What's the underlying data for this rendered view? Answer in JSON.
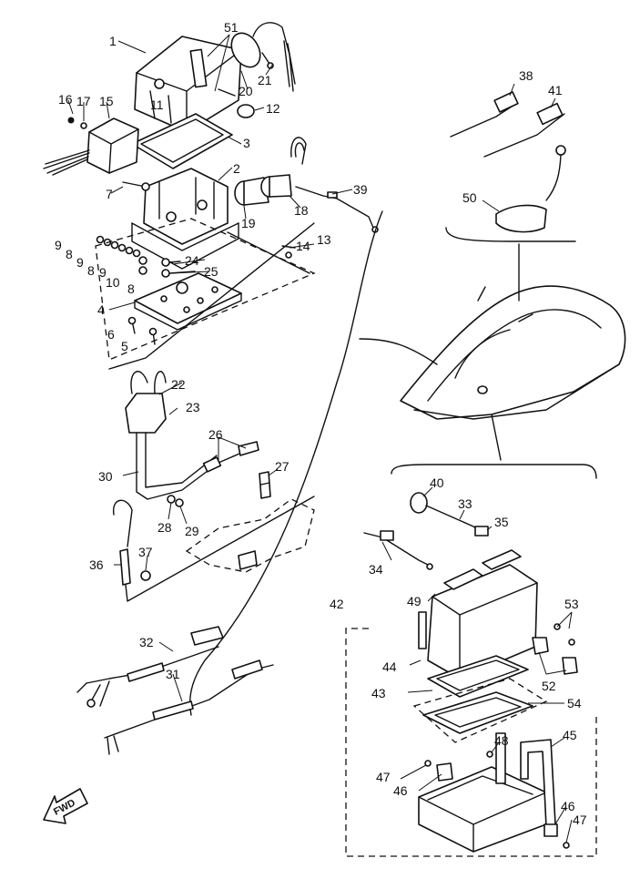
{
  "fwd_label": "FWD",
  "callouts": [
    {
      "id": "c1",
      "text": "1"
    },
    {
      "id": "c51",
      "text": "51"
    },
    {
      "id": "c21",
      "text": "21"
    },
    {
      "id": "c20",
      "text": "20"
    },
    {
      "id": "c12",
      "text": "12"
    },
    {
      "id": "c16",
      "text": "16"
    },
    {
      "id": "c17",
      "text": "17"
    },
    {
      "id": "c15",
      "text": "15"
    },
    {
      "id": "c11",
      "text": "11"
    },
    {
      "id": "c3",
      "text": "3"
    },
    {
      "id": "c2",
      "text": "2"
    },
    {
      "id": "c7",
      "text": "7"
    },
    {
      "id": "c39",
      "text": "39"
    },
    {
      "id": "c18",
      "text": "18"
    },
    {
      "id": "c19",
      "text": "19"
    },
    {
      "id": "c9a",
      "text": "9"
    },
    {
      "id": "c8a",
      "text": "8"
    },
    {
      "id": "c9b",
      "text": "9"
    },
    {
      "id": "c8b",
      "text": "8"
    },
    {
      "id": "c9c",
      "text": "9"
    },
    {
      "id": "c10",
      "text": "10"
    },
    {
      "id": "c8c",
      "text": "8"
    },
    {
      "id": "c14",
      "text": "14"
    },
    {
      "id": "c13",
      "text": "13"
    },
    {
      "id": "c24",
      "text": "24"
    },
    {
      "id": "c25",
      "text": "25"
    },
    {
      "id": "c4",
      "text": "4"
    },
    {
      "id": "c6",
      "text": "6"
    },
    {
      "id": "c5",
      "text": "5"
    },
    {
      "id": "c22",
      "text": "22"
    },
    {
      "id": "c23",
      "text": "23"
    },
    {
      "id": "c26",
      "text": "26"
    },
    {
      "id": "c27",
      "text": "27"
    },
    {
      "id": "c30",
      "text": "30"
    },
    {
      "id": "c28",
      "text": "28"
    },
    {
      "id": "c29",
      "text": "29"
    },
    {
      "id": "c36",
      "text": "36"
    },
    {
      "id": "c37",
      "text": "37"
    },
    {
      "id": "c32",
      "text": "32"
    },
    {
      "id": "c31",
      "text": "31"
    },
    {
      "id": "c38",
      "text": "38"
    },
    {
      "id": "c41",
      "text": "41"
    },
    {
      "id": "c50",
      "text": "50"
    },
    {
      "id": "c40",
      "text": "40"
    },
    {
      "id": "c33",
      "text": "33"
    },
    {
      "id": "c35",
      "text": "35"
    },
    {
      "id": "c34",
      "text": "34"
    },
    {
      "id": "c42",
      "text": "42"
    },
    {
      "id": "c49",
      "text": "49"
    },
    {
      "id": "c53",
      "text": "53"
    },
    {
      "id": "c44",
      "text": "44"
    },
    {
      "id": "c52",
      "text": "52"
    },
    {
      "id": "c43",
      "text": "43"
    },
    {
      "id": "c54",
      "text": "54"
    },
    {
      "id": "c45",
      "text": "45"
    },
    {
      "id": "c48",
      "text": "48"
    },
    {
      "id": "c47a",
      "text": "47"
    },
    {
      "id": "c46a",
      "text": "46"
    },
    {
      "id": "c46b",
      "text": "46"
    },
    {
      "id": "c47b",
      "text": "47"
    }
  ]
}
